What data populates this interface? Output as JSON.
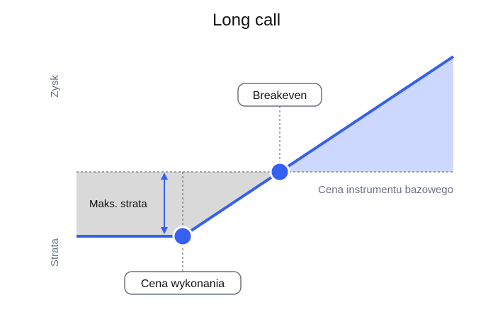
{
  "title": "Long call",
  "axis": {
    "profit_label": "Zysk",
    "loss_label": "Strata",
    "price_label": "Cena instrumentu bazowego"
  },
  "labels": {
    "max_loss": "Maks. strata",
    "breakeven": "Breakeven",
    "strike": "Cena wykonania"
  },
  "colors": {
    "payoff_line": "#3560f0",
    "profit_fill": "#cdd8ff",
    "loss_fill": "#d9d9d9",
    "dashed": "#6b7280",
    "callout_border": "#6b7280"
  }
}
